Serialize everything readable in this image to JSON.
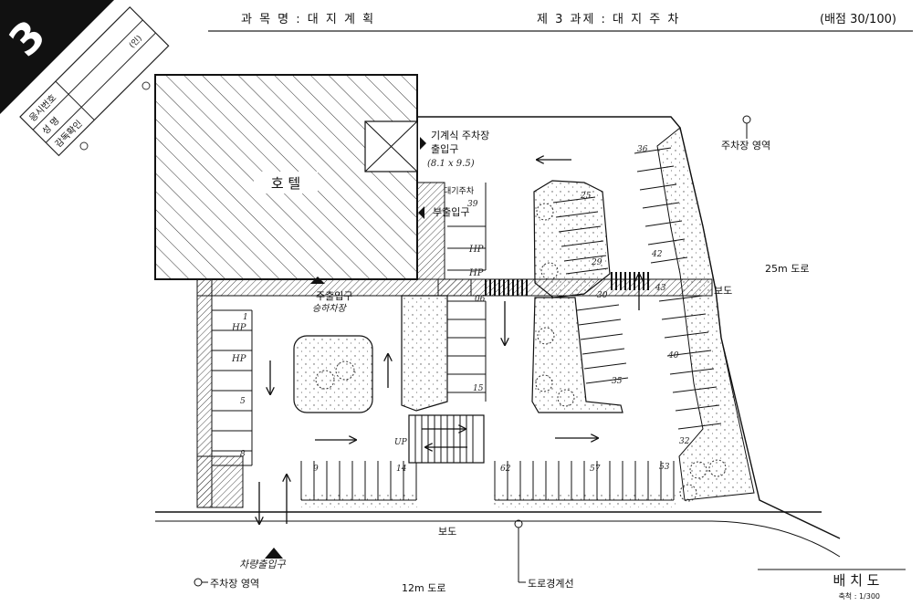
{
  "header": {
    "badge_number": "3",
    "subject": "과 목 명 : 대 지 계 획",
    "assignment": "제 3 과제 : 대 지 주 차",
    "score": "(배점 30/100)",
    "seal_mark": "(인)",
    "exam_number_label": "응시번호",
    "name_label": "성  명",
    "supervisor_label": "감독확인"
  },
  "plan": {
    "hotel_label": "호 텔",
    "mech_parking_label_1": "기계식 주차장",
    "mech_parking_label_2": "출입구",
    "mech_parking_dims": "(8.1 x 9.5)",
    "waiting_label": "대기주차",
    "side_entrance_label": "부출입구",
    "main_entrance_label": "주출입구",
    "dropoff_label": "승하차장",
    "vehicle_entrance_label": "차량출입구",
    "sidewalk_label": "보도",
    "road_label_bottom": "12m 도로",
    "road_label_right": "25m 도로",
    "parking_zone_label_bottom": "주차장 영역",
    "parking_zone_label_top": "주차장 영역",
    "road_boundary_label": "도로경계선",
    "up_label": "UP",
    "hp_labels": [
      "HP",
      "HP",
      "HP",
      "HP"
    ],
    "stall_numbers": [
      "1",
      "5",
      "8",
      "9",
      "14",
      "15",
      "25",
      "29",
      "30",
      "35",
      "36",
      "40",
      "42",
      "43",
      "32",
      "53",
      "57",
      "62",
      "06",
      "39"
    ]
  },
  "footer": {
    "title": "배  치  도",
    "scale": "축척 : 1/300"
  }
}
